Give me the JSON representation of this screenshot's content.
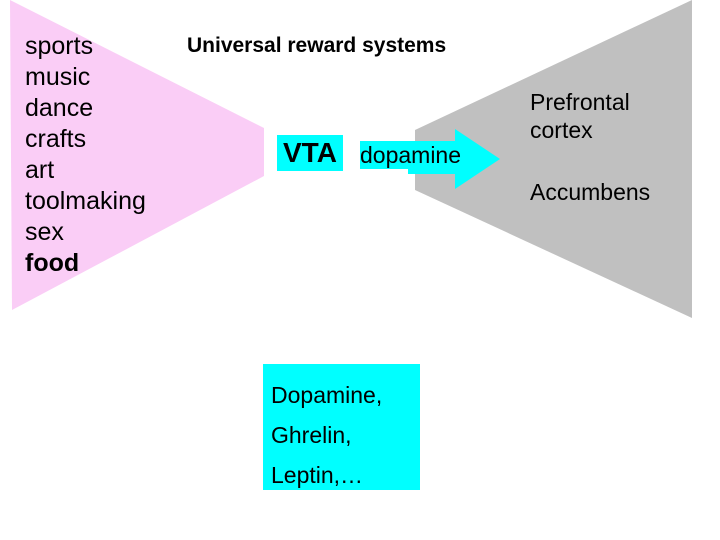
{
  "slide": {
    "title": "Universal reward systems",
    "background_color": "#ffffff"
  },
  "colors": {
    "pink_triangle": "#facdf6",
    "gray_triangle": "#c0c0c0",
    "cyan": "#00ffff",
    "text": "#000000"
  },
  "left_funnel": {
    "shape": "pink-left-pointing-funnel",
    "fill": "#facdf6",
    "words": [
      {
        "label": "sports",
        "bold": false
      },
      {
        "label": "music",
        "bold": false
      },
      {
        "label": "dance",
        "bold": false
      },
      {
        "label": "crafts",
        "bold": false
      },
      {
        "label": "art",
        "bold": false
      },
      {
        "label": "toolmaking",
        "bold": false
      },
      {
        "label": "sex",
        "bold": false
      },
      {
        "label": "food",
        "bold": true
      }
    ]
  },
  "center": {
    "vta_label": "VTA",
    "dopamine_label": "dopamine",
    "arrow": "cyan-right-arrow"
  },
  "right_funnel": {
    "shape": "gray-right-expanding-funnel",
    "fill": "#c0c0c0",
    "labels": [
      "Prefrontal cortex",
      "Accumbens"
    ],
    "prefrontal_line1": "Prefrontal",
    "prefrontal_line2": "cortex",
    "accumbens": "Accumbens"
  },
  "neurochemicals_box": {
    "fill": "#00ffff",
    "lines": [
      "Dopamine,",
      "Ghrelin,",
      "Leptin,…"
    ]
  }
}
